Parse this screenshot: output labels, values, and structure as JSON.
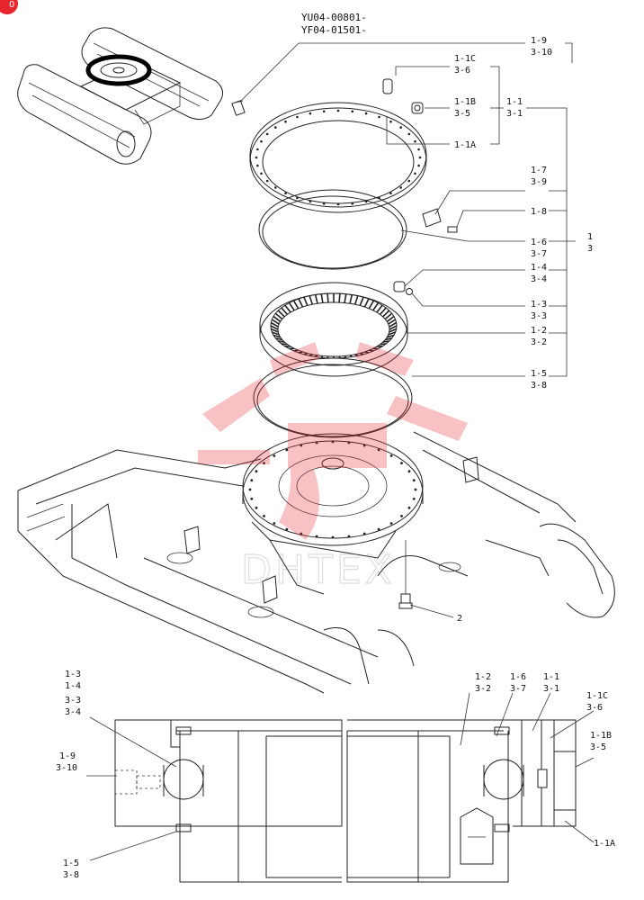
{
  "header": {
    "line1": "YU04-00801-",
    "line2": "YF04-01501-"
  },
  "corner_badge": {
    "text": "0",
    "color": "#e8242c"
  },
  "watermark": {
    "text": "DHTEX",
    "color": "#e8242c"
  },
  "callouts": {
    "c19": {
      "a": "1-9",
      "b": "3-10"
    },
    "c11c": {
      "a": "1-1C",
      "b": "3-6"
    },
    "c11b": {
      "a": "1-1B",
      "b": "3-5"
    },
    "c11": {
      "a": "1-1",
      "b": "3-1"
    },
    "c11a": {
      "a": "1-1A"
    },
    "c17": {
      "a": "1-7",
      "b": "3-9"
    },
    "c18": {
      "a": "1-8"
    },
    "c1": {
      "a": "1",
      "b": "3"
    },
    "c16": {
      "a": "1-6",
      "b": "3-7"
    },
    "c14": {
      "a": "1-4",
      "b": "3-4"
    },
    "c13": {
      "a": "1-3",
      "b": "3-3"
    },
    "c12": {
      "a": "1-2",
      "b": "3-2"
    },
    "c15": {
      "a": "1-5",
      "b": "3-8"
    },
    "c2": {
      "a": "2"
    }
  },
  "section": {
    "s13": {
      "a": "1-3",
      "b": "1-4",
      "c": "3-3",
      "d": "3-4"
    },
    "s19": {
      "a": "1-9",
      "b": "3-10"
    },
    "s15": {
      "a": "1-5",
      "b": "3-8"
    },
    "s12": {
      "a": "1-2",
      "b": "3-2"
    },
    "s16": {
      "a": "1-6",
      "b": "3-7"
    },
    "s11": {
      "a": "1-1",
      "b": "3-1"
    },
    "s11c": {
      "a": "1-1C",
      "b": "3-6"
    },
    "s11b": {
      "a": "1-1B",
      "b": "3-5"
    },
    "s11a": {
      "a": "1-1A"
    }
  }
}
